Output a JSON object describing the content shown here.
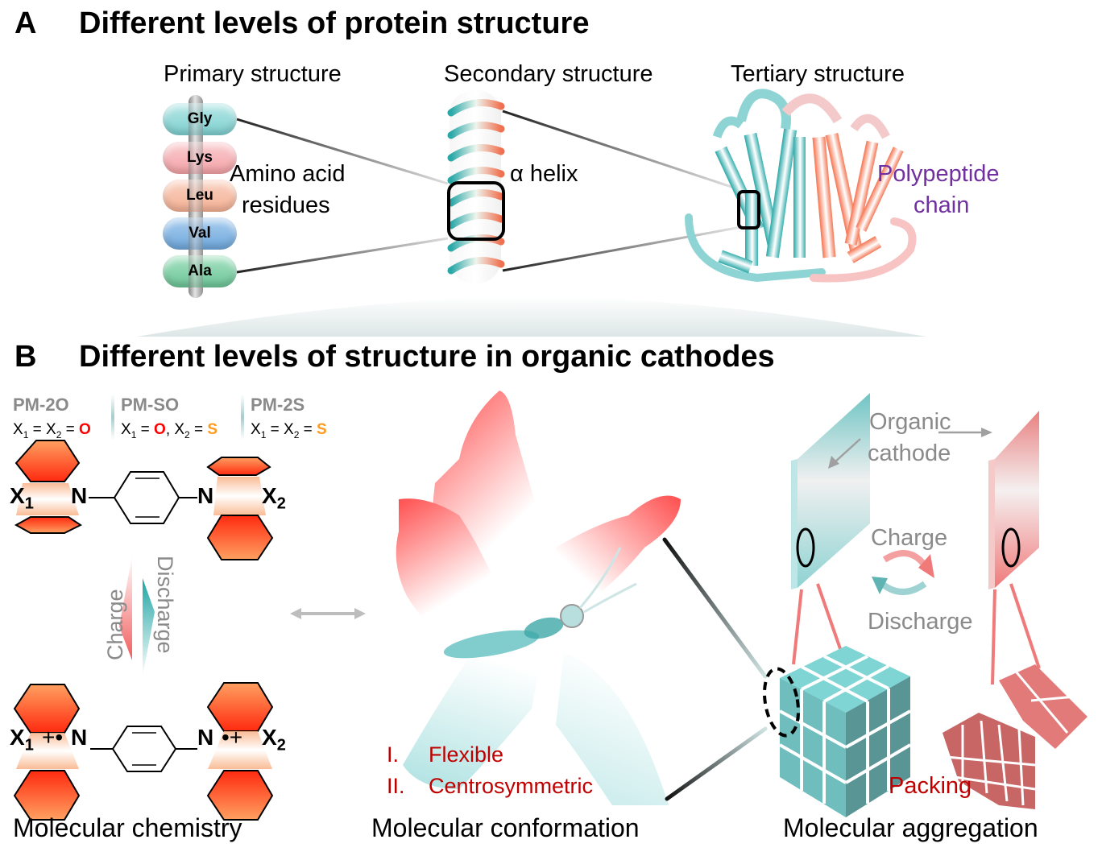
{
  "panel_a": {
    "letter": "A",
    "title": "Different levels of protein structure",
    "primary": {
      "heading": "Primary structure",
      "residues": [
        {
          "label": "Gly",
          "color": "#7fd0d0"
        },
        {
          "label": "Lys",
          "color": "#f4a3a8"
        },
        {
          "label": "Leu",
          "color": "#f5b195"
        },
        {
          "label": "Val",
          "color": "#6fa8dc"
        },
        {
          "label": "Ala",
          "color": "#6cc597"
        }
      ],
      "caption_line1": "Amino acid",
      "caption_line2": "residues"
    },
    "secondary": {
      "heading": "Secondary structure",
      "caption": "α helix"
    },
    "tertiary": {
      "heading": "Tertiary structure",
      "caption_line1": "Polypeptide",
      "caption_line2": "chain"
    }
  },
  "panel_b": {
    "letter": "B",
    "title": "Different levels of structure in organic cathodes",
    "variants": [
      {
        "name": "PM-2O",
        "formula_parts": [
          "X",
          "1",
          " = X",
          "2",
          " = "
        ],
        "elements": [
          {
            "symbol": "O",
            "kind": "o"
          }
        ]
      },
      {
        "name": "PM-SO",
        "formula_parts": [
          "X",
          "1",
          " = "
        ],
        "elements": [
          {
            "symbol": "O",
            "kind": "o"
          },
          {
            "symbol": "S",
            "kind": "s"
          }
        ]
      },
      {
        "name": "PM-2S",
        "formula_parts": [
          "X",
          "1",
          " = X",
          "2",
          " = "
        ],
        "elements": [
          {
            "symbol": "S",
            "kind": "s"
          }
        ]
      }
    ],
    "variant_texts": {
      "pm2o": {
        "x1": "X",
        "s1": "1",
        "mid": " = X",
        "s2": "2",
        "eq": " = ",
        "el": "O"
      },
      "pmso": {
        "x1": "X",
        "s1": "1",
        "eq1": " = ",
        "el1": "O",
        "comma": ", X",
        "s2": "2",
        "eq2": " = ",
        "el2": "S"
      },
      "pm2s": {
        "x1": "X",
        "s1": "1",
        "mid": " = X",
        "s2": "2",
        "eq": " = ",
        "el": "S"
      }
    },
    "chemistry": {
      "neutral": {
        "left_atom": "X",
        "left_sub": "1",
        "n_left": "N",
        "n_right": "N",
        "right_atom": "X",
        "right_sub": "2"
      },
      "oxidized": {
        "left_atom": "X",
        "left_sub": "1",
        "left_charge": "+•",
        "n_left": "N",
        "n_right": "N",
        "right_charge": "•+",
        "right_atom": "X",
        "right_sub": "2"
      },
      "charge_label": "Charge",
      "discharge_label": "Discharge",
      "caption": "Molecular chemistry"
    },
    "conformation": {
      "items": [
        {
          "numeral": "I.",
          "text": "Flexible"
        },
        {
          "numeral": "II.",
          "text": "Centrosymmetric"
        }
      ],
      "caption": "Molecular conformation"
    },
    "aggregation": {
      "cathode_line1": "Organic",
      "cathode_line2": "cathode",
      "charge_label": "Charge",
      "discharge_label": "Discharge",
      "packing_label": "Packing",
      "caption": "Molecular aggregation"
    }
  },
  "colors": {
    "teal": "#5fbfbf",
    "salmon": "#f28080",
    "orange_red": "#ff3b1f",
    "dark_red_text": "#c00000",
    "purple_text": "#7030a0",
    "gray_text": "#8a8a8a"
  }
}
